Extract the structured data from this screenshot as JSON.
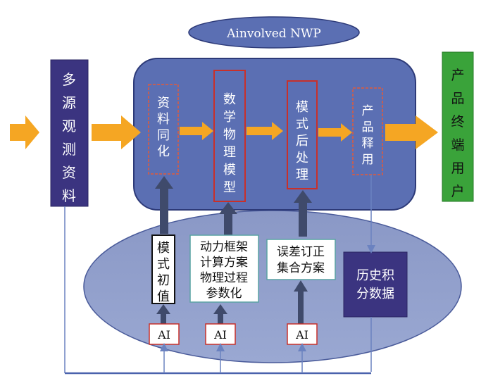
{
  "title": "Ainvolved NWP",
  "input": {
    "label": "多源观测资料"
  },
  "output": {
    "label": "产品终端用户"
  },
  "stages": [
    {
      "label": "资料同化"
    },
    {
      "label": "数学物理模型"
    },
    {
      "label": "模式后处理"
    },
    {
      "label": "产品释用"
    }
  ],
  "ai_inputs": [
    {
      "label": "模式初值"
    },
    {
      "label": "动力框架",
      "line2": "计算方案",
      "line3": "物理过程",
      "line4": "参数化"
    },
    {
      "label": "误差订正",
      "line2": "集合方案"
    }
  ],
  "ai_badges": [
    "AI",
    "AI",
    "AI"
  ],
  "history": {
    "line1": "历史积",
    "line2": "分数据"
  },
  "colors": {
    "main_box": "#5b6fb3",
    "ellipse": "#8e9cc8",
    "input_box": "#3b3480",
    "output_box": "#3aa33a",
    "arrow_orange": "#f5a623",
    "arrow_dark": "#3f4a6b",
    "stage_border": "#e25a3a",
    "history_box": "#3b3480"
  }
}
